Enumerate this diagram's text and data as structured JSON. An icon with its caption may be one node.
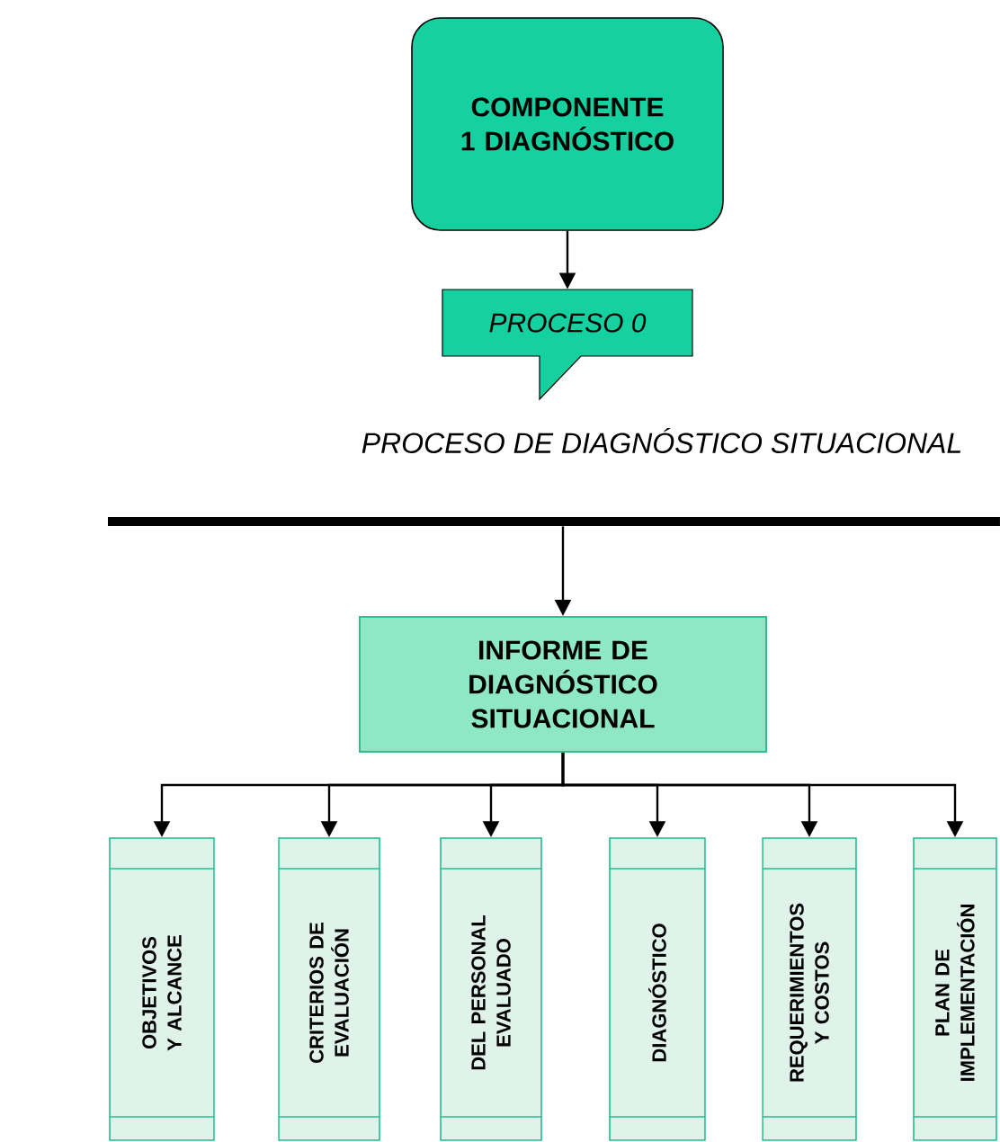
{
  "diagram": {
    "nodes": [
      {
        "text": [
          "COMPONENTE 1 DIAGNÓSTICO"
        ]
      },
      {
        "text": [
          "PROCESO 0"
        ]
      },
      {
        "text": [],
        "shape": "bar"
      },
      {
        "text": [
          "INFORME DE DIAGNÓSTICO SITUACIONAL"
        ]
      },
      {
        "text": [
          "OBJETIVOS Y ALCANCE"
        ]
      },
      {
        "text": [
          "CRITERIOS DE EVALUACIÓN"
        ]
      },
      {
        "text": [
          "DEL PERSONAL EVALUADO"
        ]
      },
      {
        "text": [
          "DIAGNÓSTICO"
        ]
      },
      {
        "text": [
          "REQUERIMIENTOS Y COSTOS"
        ]
      },
      {
        "text": [
          "PLAN DE IMPLEMENTACIÓN"
        ]
      }
    ],
    "edges": [
      {
        "from": 0,
        "to": 1,
        "arrow": "to"
      },
      {
        "from": 2,
        "to": 3,
        "arrow": "to"
      },
      {
        "from": 3,
        "to": 4,
        "arrow": "to"
      },
      {
        "from": 3,
        "to": 5,
        "arrow": "to"
      },
      {
        "from": 3,
        "to": 6,
        "arrow": "to"
      },
      {
        "from": 3,
        "to": 7,
        "arrow": "to"
      },
      {
        "from": 3,
        "to": 8,
        "arrow": "to"
      },
      {
        "from": 3,
        "to": 9,
        "arrow": "to"
      }
    ],
    "labels": [
      "PROCESO DE DIAGNÓSTICO SITUACIONAL"
    ]
  }
}
